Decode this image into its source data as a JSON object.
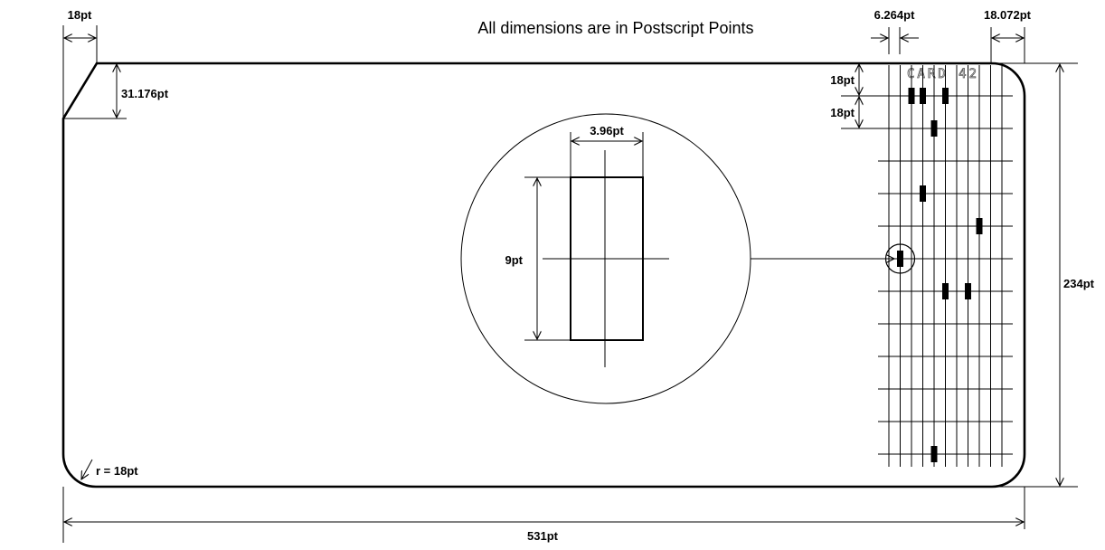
{
  "title": "All dimensions are in Postscript Points",
  "card_label": "CARD 42",
  "dimensions": {
    "corner_cut_width": "18pt",
    "corner_cut_height": "31.176pt",
    "radius": "r = 18pt",
    "card_width": "531pt",
    "card_height": "234pt",
    "column_pitch": "6.264pt",
    "right_margin": "18.072pt",
    "row_pitch_1": "18pt",
    "row_pitch_2": "18pt",
    "hole_width": "3.96pt",
    "hole_height": "9pt"
  },
  "grid": {
    "columns": 11,
    "rows": 12,
    "holes": [
      {
        "col": 2,
        "row": 0
      },
      {
        "col": 3,
        "row": 0
      },
      {
        "col": 5,
        "row": 0
      },
      {
        "col": 4,
        "row": 1
      },
      {
        "col": 3,
        "row": 3
      },
      {
        "col": 8,
        "row": 4
      },
      {
        "col": 1,
        "row": 5
      },
      {
        "col": 5,
        "row": 6
      },
      {
        "col": 7,
        "row": 6
      },
      {
        "col": 4,
        "row": 11
      }
    ],
    "highlight": {
      "col": 1,
      "row": 5
    }
  }
}
